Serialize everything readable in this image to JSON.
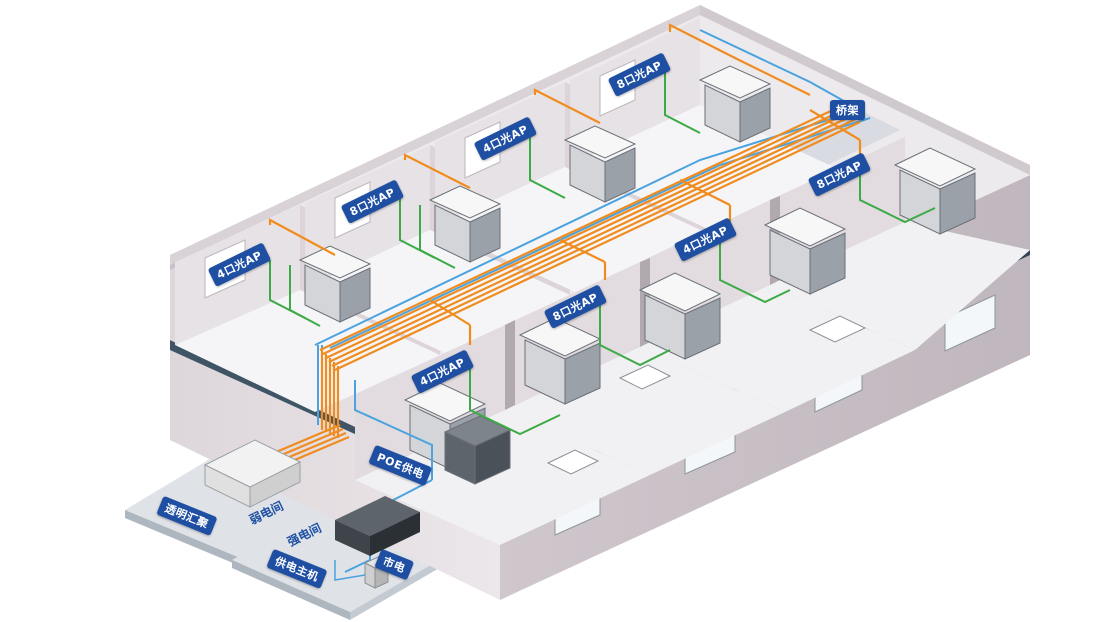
{
  "labels": {
    "ap_4_a": "4口光AP",
    "ap_8_a": "8口光AP",
    "ap_4_b": "4口光AP",
    "ap_8_b": "8口光AP",
    "ap_8_c": "8口光AP",
    "ap_4_c": "4口光AP",
    "ap_8_d": "8口光AP",
    "ap_4_d": "4口光AP",
    "bridge": "桥架",
    "poe": "POE供电",
    "transparent_aggregation": "透明汇聚",
    "weak_room": "弱电间",
    "strong_room": "强电间",
    "power_host": "供电主机",
    "mains": "市电"
  },
  "colors": {
    "fiber": "#f08c1e",
    "power": "#4aa3df",
    "ethernet": "#3caa46",
    "tag_bg": "#1f4fa3",
    "wall_light": "#e9e4e6",
    "wall_mid": "#cfc8cc",
    "wall_dark": "#b7b0b6",
    "floor": "#f3f3f5",
    "slab": "#3f5566"
  }
}
